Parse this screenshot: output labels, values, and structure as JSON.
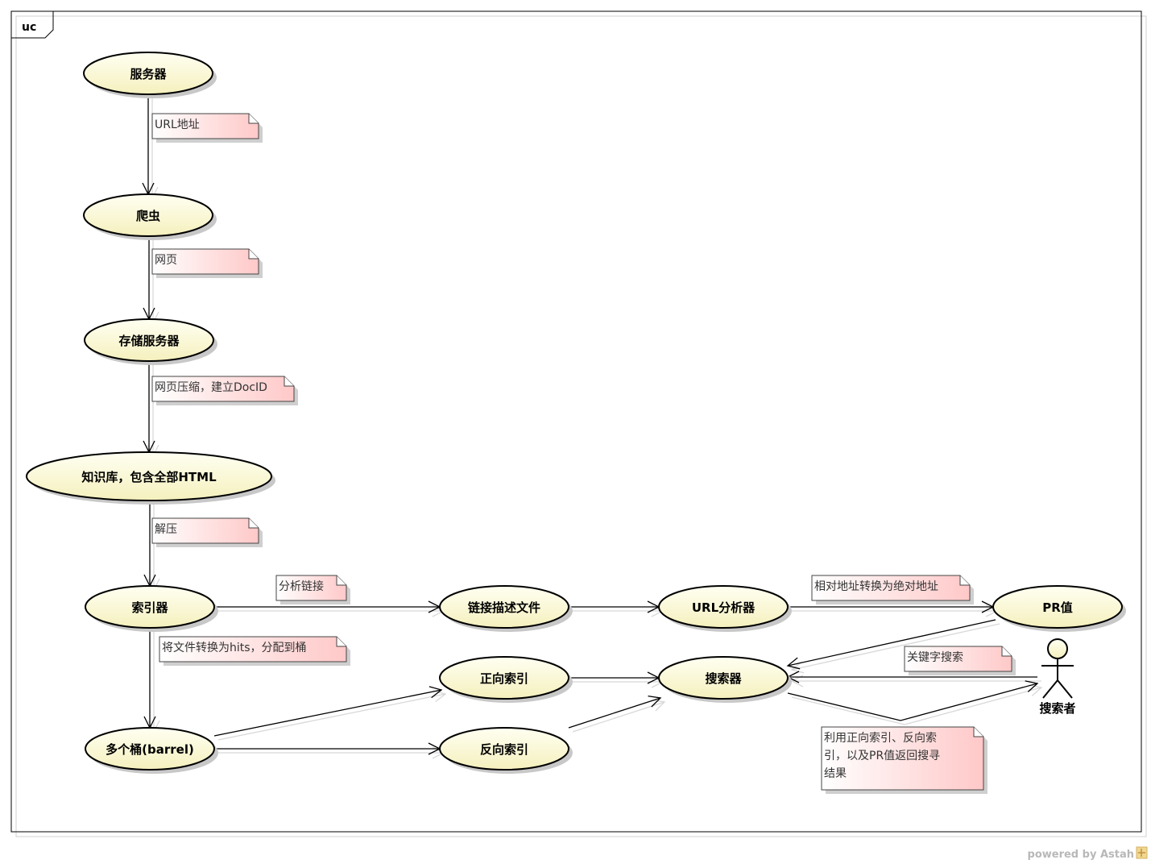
{
  "frame": {
    "tag": "uc"
  },
  "use_cases": [
    {
      "id": "server",
      "label": "服务器"
    },
    {
      "id": "crawler",
      "label": "爬虫"
    },
    {
      "id": "store",
      "label": "存储服务器"
    },
    {
      "id": "repository",
      "label": "知识库，包含全部HTML"
    },
    {
      "id": "indexer",
      "label": "索引器"
    },
    {
      "id": "barrels",
      "label": "多个桶(barrel)"
    },
    {
      "id": "anchors",
      "label": "链接描述文件"
    },
    {
      "id": "urlresolver",
      "label": "URL分析器"
    },
    {
      "id": "pagerank",
      "label": "PR值"
    },
    {
      "id": "fwdindex",
      "label": "正向索引"
    },
    {
      "id": "invindex",
      "label": "反向索引"
    },
    {
      "id": "searcher",
      "label": "搜索器"
    }
  ],
  "actor": {
    "label": "搜索者"
  },
  "notes": [
    {
      "id": "n1",
      "lines": [
        "URL地址"
      ]
    },
    {
      "id": "n2",
      "lines": [
        "网页"
      ]
    },
    {
      "id": "n3",
      "lines": [
        "网页压缩，建立DocID"
      ]
    },
    {
      "id": "n4",
      "lines": [
        "解压"
      ]
    },
    {
      "id": "n5",
      "lines": [
        "分析链接"
      ]
    },
    {
      "id": "n6",
      "lines": [
        "将文件转换为hits，分配到桶"
      ]
    },
    {
      "id": "n7",
      "lines": [
        "相对地址转换为绝对地址"
      ]
    },
    {
      "id": "n8",
      "lines": [
        "关键字搜索"
      ]
    },
    {
      "id": "n9",
      "lines": [
        "利用正向索引、反向索",
        "引，以及PR值返回搜寻",
        "结果"
      ]
    }
  ],
  "footer": {
    "text": "powered by Astah"
  }
}
